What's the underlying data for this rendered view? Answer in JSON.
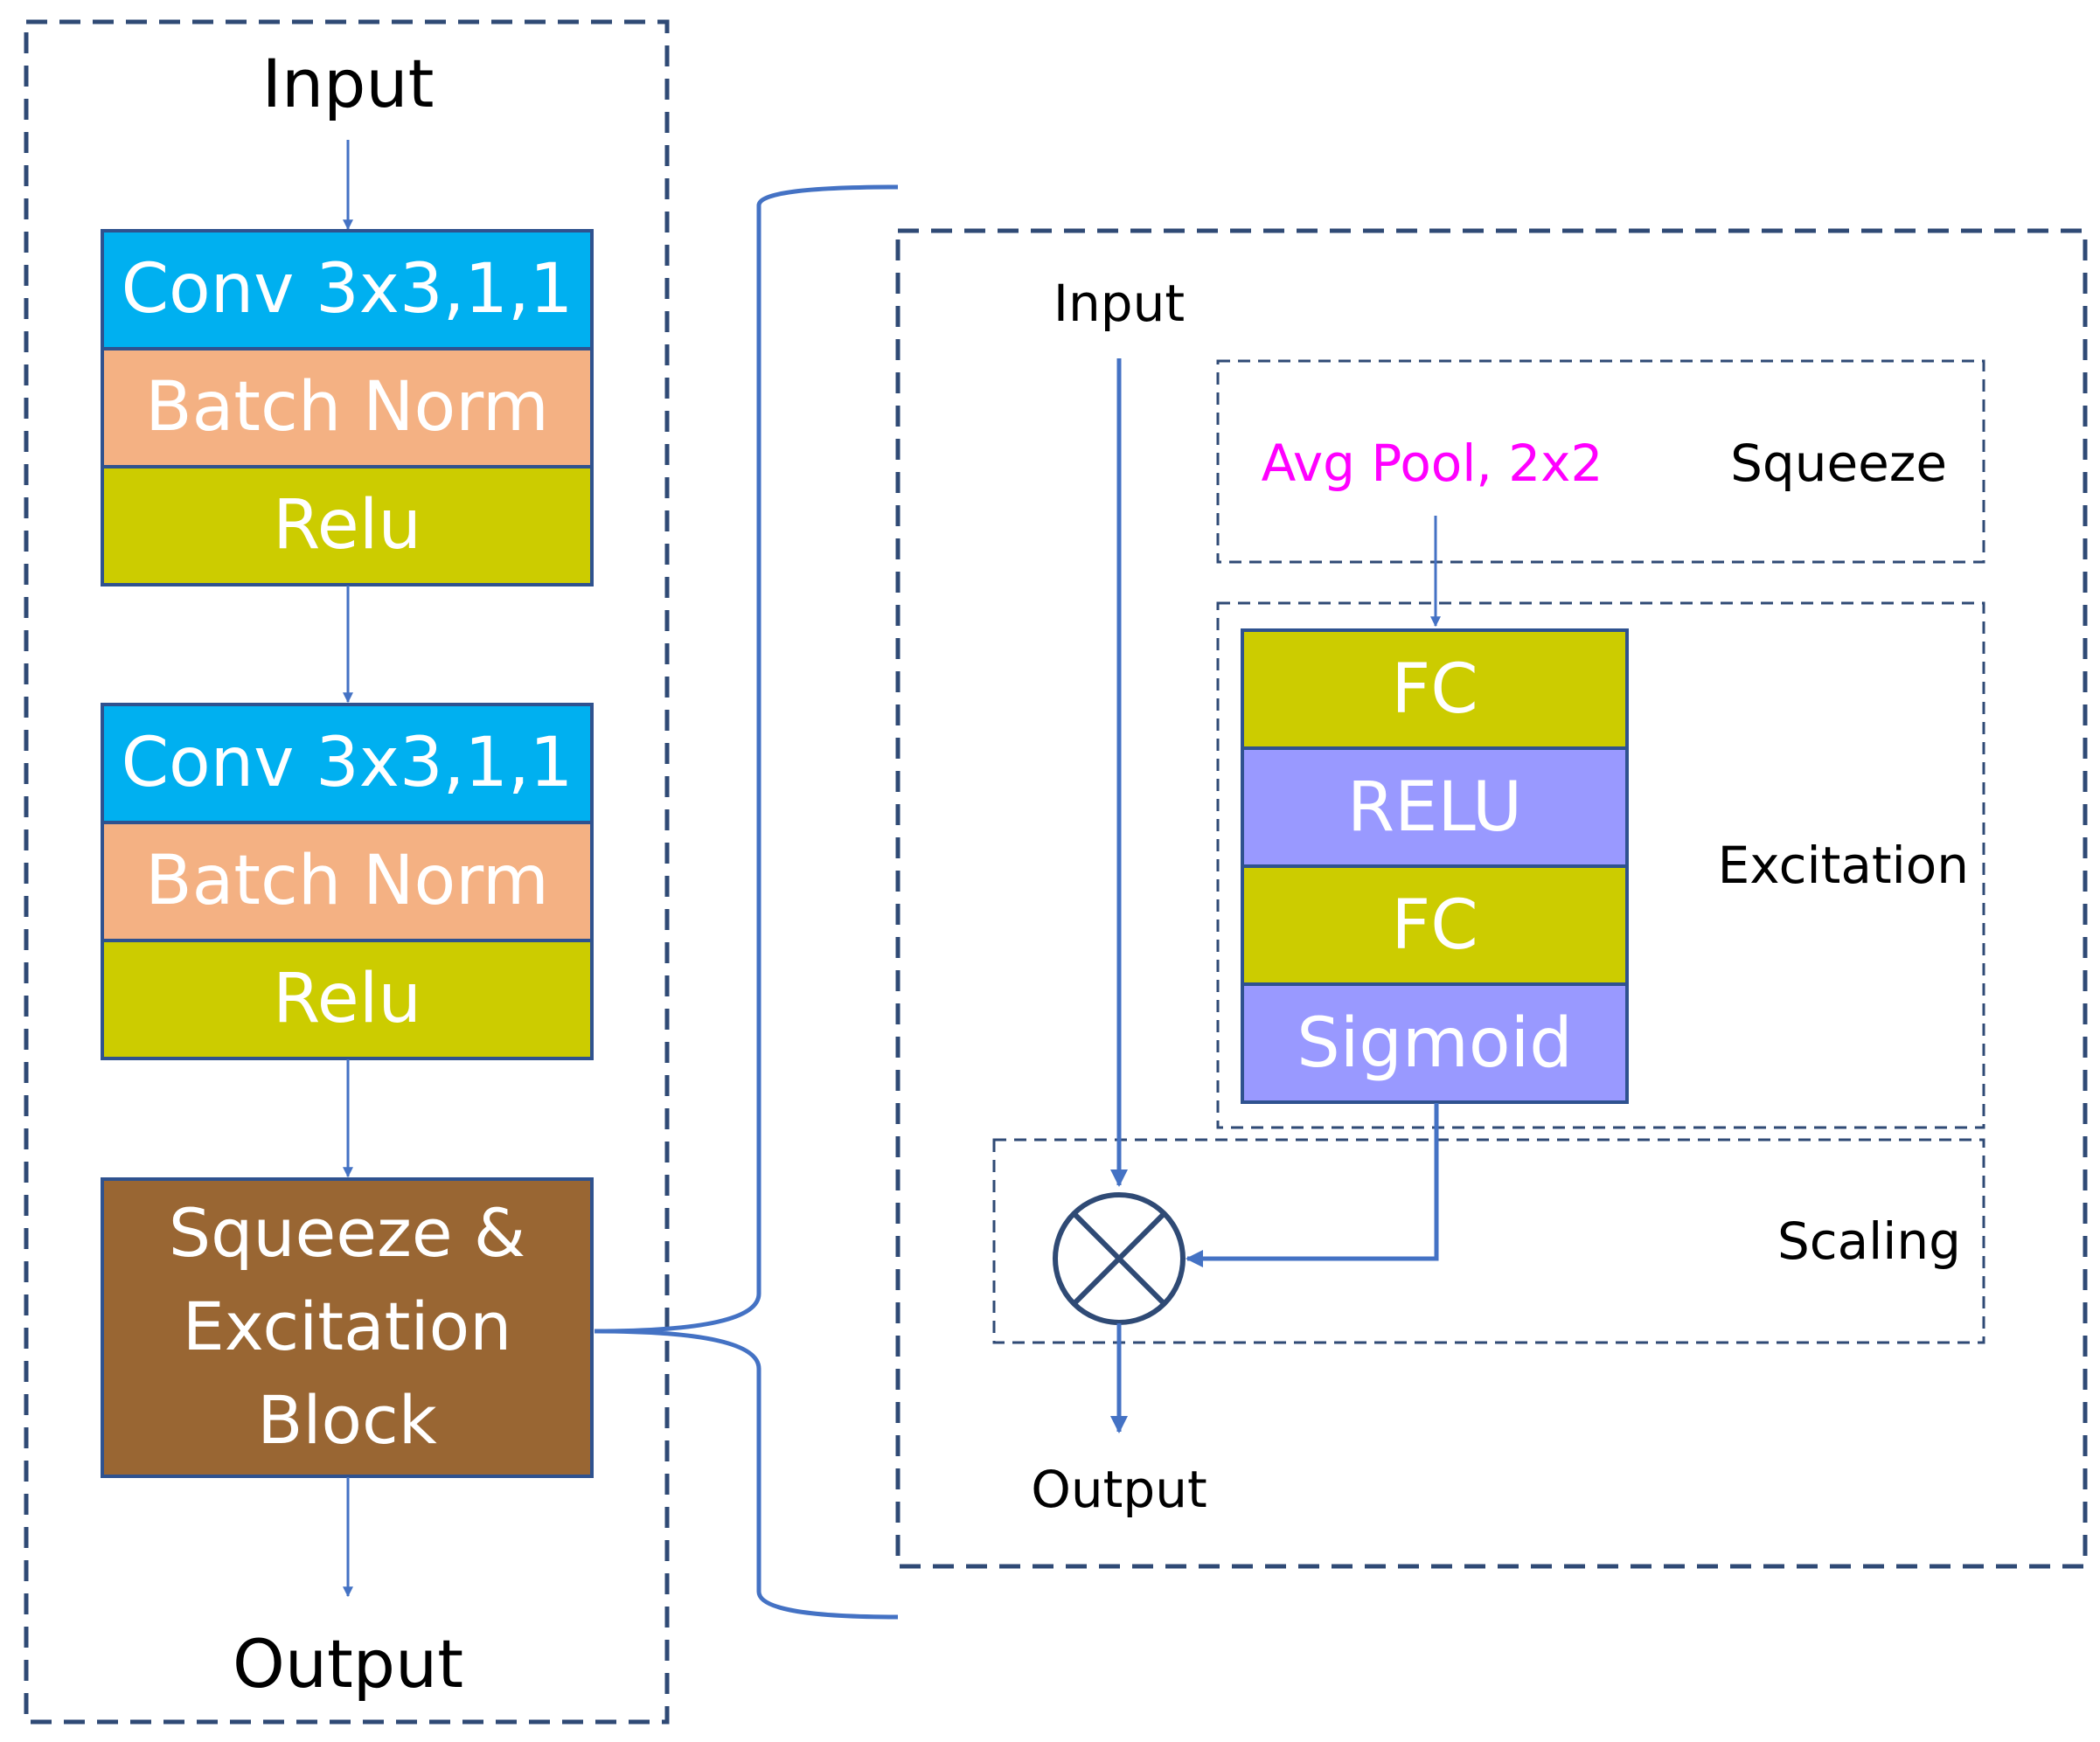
{
  "colors": {
    "dashed_border": "#2F4A75",
    "arrow": "#4472C4",
    "conv": "#00B0F0",
    "batch_norm": "#F4B183",
    "relu": "#CCCC00",
    "se_block": "#996633",
    "fc": "#CCCC00",
    "relu_caps": "#9999FF",
    "sigmoid": "#9999FF",
    "block_outline": "#2F528F",
    "avg_pool_text": "#FF00FF",
    "block_text": "#FFFFFF",
    "label_text": "#000000"
  },
  "left_panel": {
    "input_label": "Input",
    "stack1": {
      "conv": "Conv 3x3,1,1",
      "batch_norm": "Batch Norm",
      "relu": "Relu"
    },
    "stack2": {
      "conv": "Conv 3x3,1,1",
      "batch_norm": "Batch Norm",
      "relu": "Relu"
    },
    "se_block": {
      "line1": "Squeeze &",
      "line2": "Excitation",
      "line3": "Block"
    },
    "output_label": "Output"
  },
  "right_panel": {
    "input_label": "Input",
    "squeeze": {
      "op": "Avg Pool, 2x2",
      "label": "Squeeze"
    },
    "excitation": {
      "fc1": "FC",
      "relu": "RELU",
      "fc2": "FC",
      "sigmoid": "Sigmoid",
      "label": "Excitation"
    },
    "scaling": {
      "label": "Scaling",
      "operator_icon": "multiply-circle-icon"
    },
    "output_label": "Output"
  }
}
